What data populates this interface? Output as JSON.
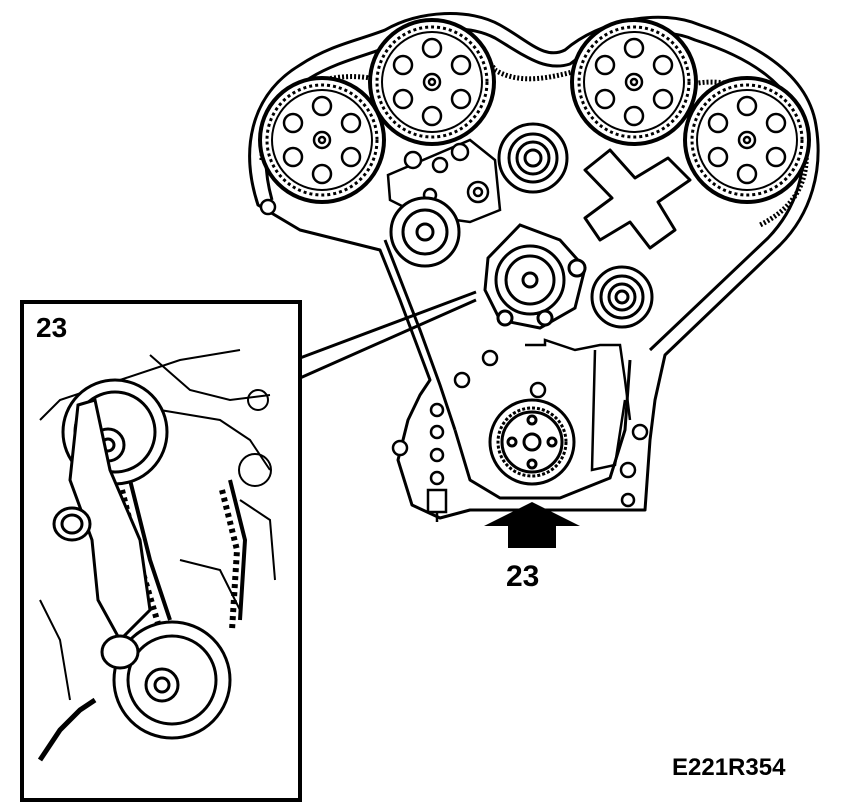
{
  "diagram": {
    "callout_main": "23",
    "callout_inset": "23",
    "figure_id": "E221R354"
  }
}
